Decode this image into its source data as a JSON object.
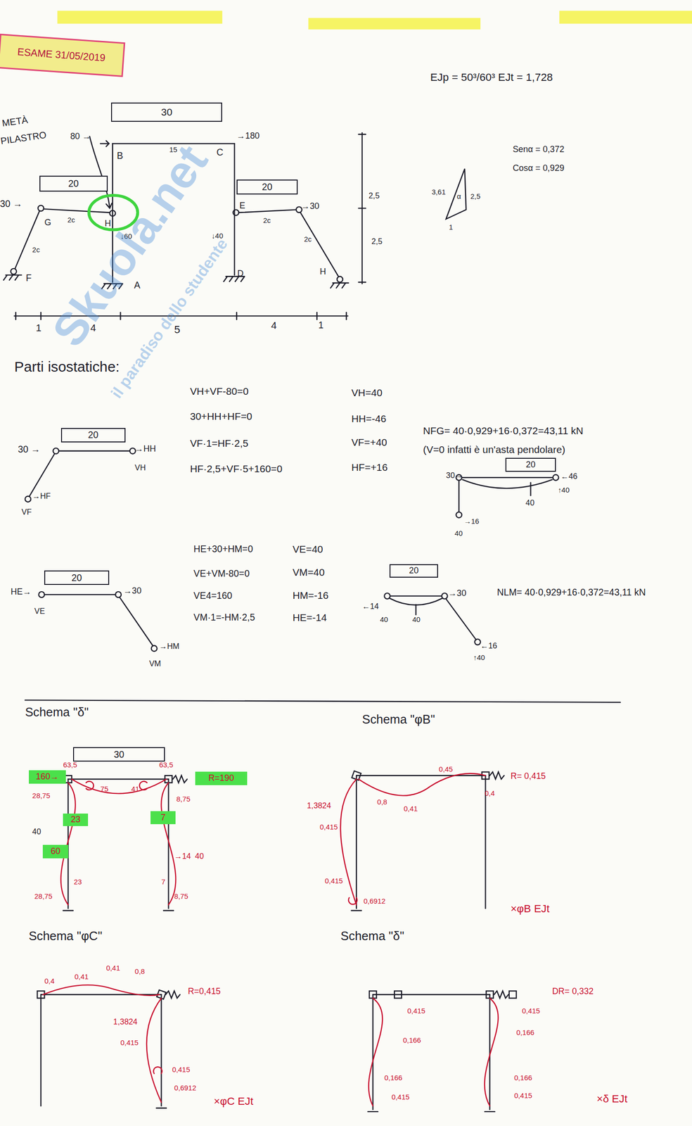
{
  "diagram": {
    "nodes": [
      {
        "text": [
          "ESAME 31/05/2019"
        ]
      },
      {
        "text": [
          "30"
        ]
      },
      {
        "text": [
          "20"
        ]
      },
      {
        "text": [
          "20"
        ]
      },
      {
        "text": [
          "20"
        ]
      },
      {
        "text": [
          "20"
        ]
      },
      {
        "text": [
          "20"
        ]
      },
      {
        "text": [
          "20"
        ]
      },
      {
        "text": [
          "30"
        ]
      },
      {
        "text": [
          "160→"
        ]
      },
      {
        "text": [
          "R=190"
        ]
      },
      {
        "text": [
          "23"
        ]
      },
      {
        "text": [
          "7"
        ]
      },
      {
        "text": [
          "60"
        ]
      }
    ],
    "labels": [
      "METÀ",
      "PILASTRO",
      "EJp = 50³/60³ EJt = 1,728",
      "80 →",
      "→180",
      "B",
      "15",
      "C",
      "30 →",
      "G",
      "2c",
      "H",
      "↓60",
      "E",
      "2c",
      "→30",
      "↓40",
      "2c",
      "2c",
      "F",
      "A",
      "D",
      "H",
      "2,5",
      "2,5",
      "1",
      "4",
      "5",
      "4",
      "1",
      "Senα = 0,372",
      "Cosα = 0,929",
      "3,61",
      "α",
      "2,5",
      "1",
      "Parti isostatiche:",
      "VH+VF-80=0",
      "30+HH+HF=0",
      "VF·1=HF·2,5",
      "HF·2,5+VF·5+160=0",
      "VH=40",
      "HH=-46",
      "VF=+40",
      "HF=+16",
      "30 →",
      "→HH",
      "VH",
      "→HF",
      "VF",
      "NFG= 40·0,929+16·0,372=43,11 kN",
      "(V=0 infatti è un'asta pendolare)",
      "30→",
      "←46",
      "↑40",
      "40",
      "→16",
      "40",
      "HE+30+HM=0",
      "VE+VM-80=0",
      "VE4=160",
      "VM·1=-HM·2,5",
      "VE=40",
      "VM=40",
      "HM=-16",
      "HE=-14",
      "HE→",
      "VE",
      "→30",
      "→HM",
      "VM",
      "←14",
      "40",
      "40",
      "→30",
      "←16",
      "↑40",
      "NLM= 40·0,929+16·0,372=43,11 kN",
      "Schema \"δ\"",
      "63,5",
      "63,5",
      "28,75",
      "75",
      "41",
      "8,75",
      "40",
      "23",
      "→14",
      "40",
      "7",
      "28,75",
      "8,75",
      "Schema \"φB\"",
      "0,45",
      "0,4",
      "R= 0,415",
      "1,3824",
      "0,415",
      "0,8",
      "0,41",
      "0,415",
      "0,6912",
      "×φB EJt",
      "Schema \"φC\"",
      "0,4",
      "0,41",
      "0,41",
      "0,8",
      "R=0,415",
      "1,3824",
      "0,415",
      "0,415",
      "0,6912",
      "×φC EJt",
      "Schema \"δ\"",
      "DR= 0,332",
      "0,415",
      "0,166",
      "0,166",
      "0,415",
      "0,415",
      "0,166",
      "0,166",
      "0,415",
      "×δ EJt",
      "Skuola.net",
      "il paradiso dello studente"
    ]
  }
}
